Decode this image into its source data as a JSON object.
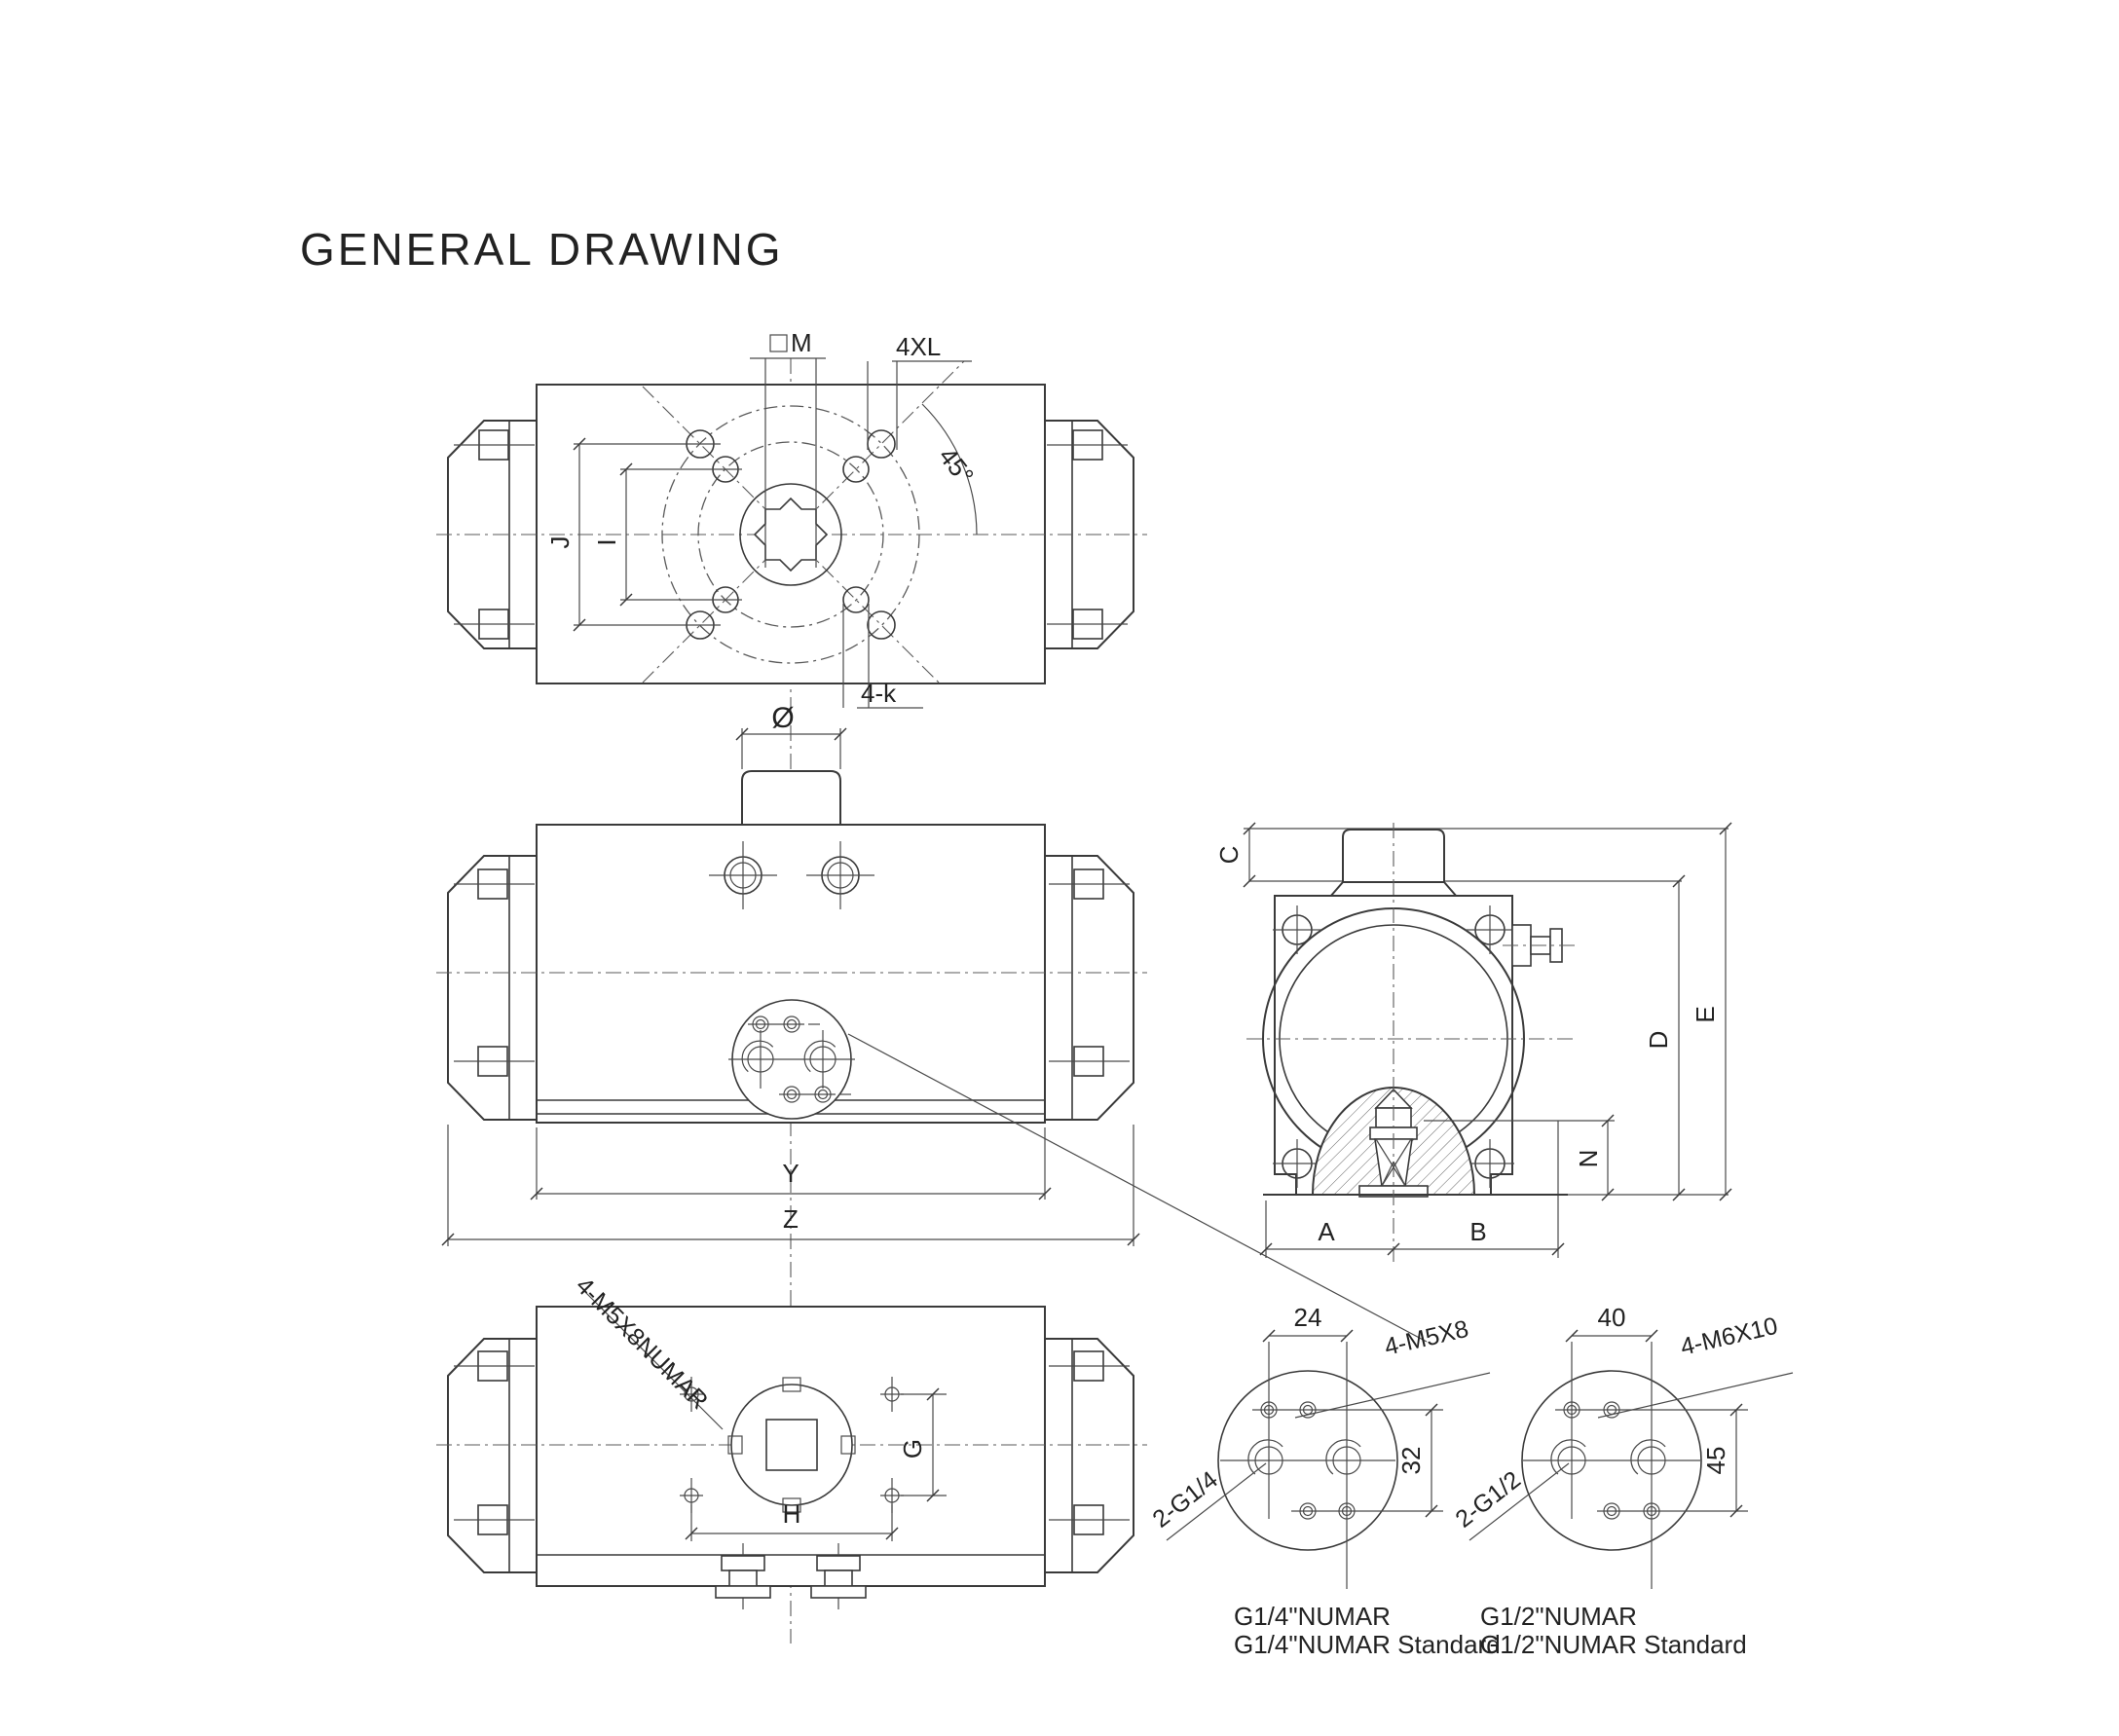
{
  "title": "GENERAL DRAWING",
  "top_view": {
    "square_label": "M",
    "hole_note": "4XL",
    "angle_label": "45°",
    "dim_j": "J",
    "dim_i": "I",
    "key_note": "4-k"
  },
  "front_view": {
    "dia_symbol": "Ø",
    "dim_y": "Y",
    "dim_z": "Z"
  },
  "side_view": {
    "dim_c": "C",
    "dim_d": "D",
    "dim_e": "E",
    "dim_n": "N",
    "dim_a": "A",
    "dim_b": "B"
  },
  "bottom_view": {
    "thread_note": "4-M5X8NUMAR",
    "dim_g": "G",
    "dim_h": "H"
  },
  "details": [
    {
      "dim_width": "24",
      "dim_height": "32",
      "thread_note": "4-M5X8",
      "port_note": "2-G1/4",
      "caption_line1": "G1/4\"NUMAR",
      "caption_line2": "G1/4\"NUMAR Standard"
    },
    {
      "dim_width": "40",
      "dim_height": "45",
      "thread_note": "4-M6X10",
      "port_note": "2-G1/2",
      "caption_line1": "G1/2\"NUMAR",
      "caption_line2": "G1/2\"NUMAR Standard"
    }
  ],
  "colors": {
    "line": "#3a3a3a",
    "thin_line": "#4a4a4a",
    "background": "#ffffff",
    "text": "#222222"
  }
}
